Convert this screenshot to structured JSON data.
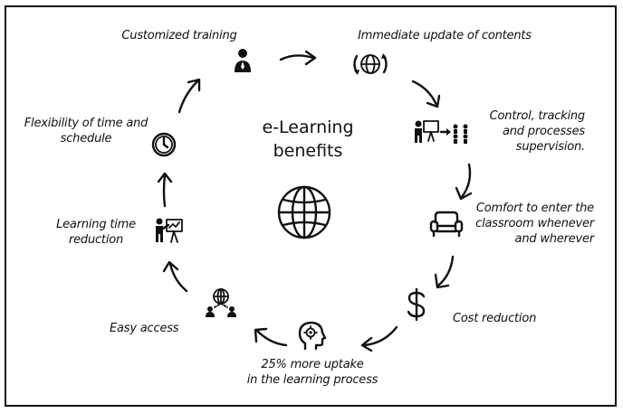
{
  "diagram": {
    "title_line1": "e-Learning",
    "title_line2": "benefits",
    "center_icon": "globe-icon",
    "nodes": [
      {
        "key": "customized_training",
        "label": "Customized training",
        "icon": "person-icon"
      },
      {
        "key": "immediate_update",
        "label": "Immediate update of contents",
        "icon": "refresh-globe-icon"
      },
      {
        "key": "control_tracking",
        "label_lines": [
          "Control, tracking",
          "and processes",
          "supervision."
        ],
        "icon": "presenter-group-icon"
      },
      {
        "key": "comfort",
        "label_lines": [
          "Comfort to enter the",
          "classroom whenever",
          "and wherever"
        ],
        "icon": "sofa-icon"
      },
      {
        "key": "cost_reduction",
        "label": "Cost reduction",
        "icon": "dollar-icon"
      },
      {
        "key": "uptake",
        "label_lines": [
          "25% more uptake",
          "in the learning process"
        ],
        "icon": "head-gear-icon"
      },
      {
        "key": "easy_access",
        "label": "Easy access",
        "icon": "network-globe-icon"
      },
      {
        "key": "learning_time",
        "label_lines": [
          "Learning time",
          "reduction"
        ],
        "icon": "presenter-icon"
      },
      {
        "key": "flexibility",
        "label_lines": [
          "Flexibility of time and",
          "schedule"
        ],
        "icon": "clock-icon"
      }
    ]
  }
}
